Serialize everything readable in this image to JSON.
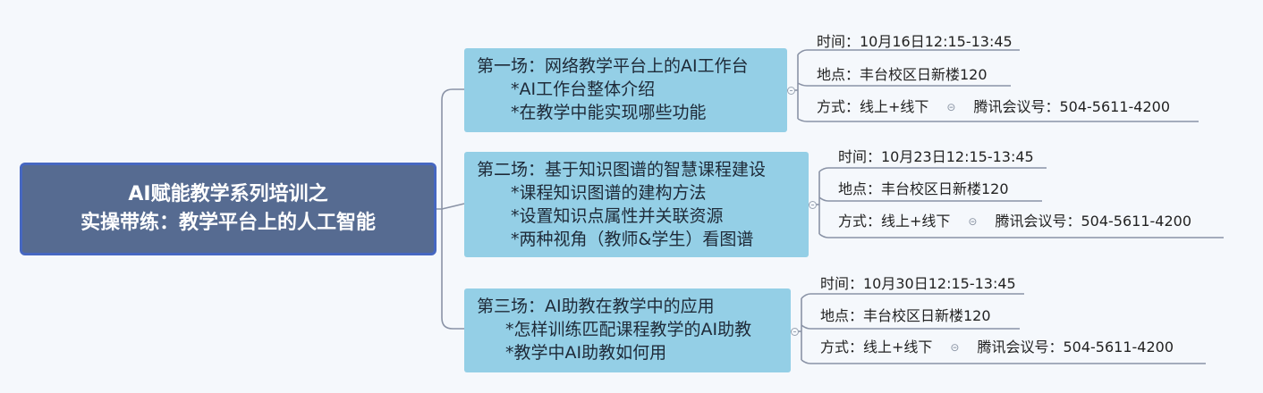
{
  "central": {
    "line1": "AI赋能教学系列培训之",
    "line2": "实操带练：教学平台上的人工智能"
  },
  "sessions": [
    {
      "title": "第一场：网络教学平台上的AI工作台",
      "items": [
        "*AI工作台整体介绍",
        "*在教学中能实现哪些功能"
      ],
      "time": "时间：10月16日12:15-13:45",
      "place": "地点：丰台校区日新楼120",
      "mode": "方式：线上+线下",
      "meeting": "腾讯会议号：504-5611-4200"
    },
    {
      "title": "第二场：基于知识图谱的智慧课程建设",
      "items": [
        "*课程知识图谱的建构方法",
        "*设置知识点属性并关联资源",
        "*两种视角（教师&学生）看图谱"
      ],
      "time": "时间：10月23日12:15-13:45",
      "place": "地点：丰台校区日新楼120",
      "mode": "方式：线上+线下",
      "meeting": "腾讯会议号：504-5611-4200"
    },
    {
      "title": "第三场：AI助教在教学中的应用",
      "items": [
        "*怎样训练匹配课程教学的AI助教",
        "*教学中AI助教如何用"
      ],
      "time": "时间：10月30日12:15-13:45",
      "place": "地点：丰台校区日新楼120",
      "mode": "方式：线上+线下",
      "meeting": "腾讯会议号：504-5611-4200"
    }
  ],
  "colors": {
    "central_bg": "#566b91",
    "central_border": "#4667c1",
    "session_bg": "#94cfe6",
    "line": "#8a93a6"
  }
}
